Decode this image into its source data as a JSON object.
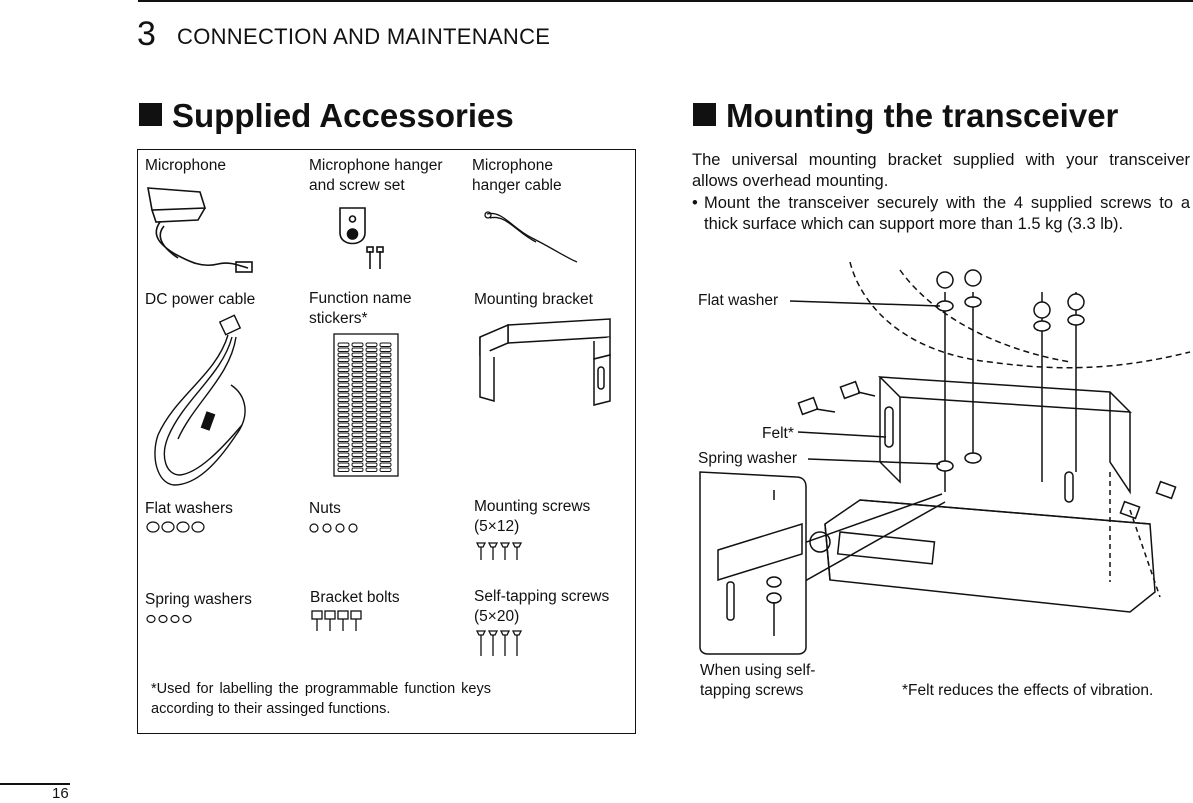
{
  "header": {
    "chapter_number": "3",
    "chapter_title": "CONNECTION AND MAINTENANCE"
  },
  "accessories": {
    "title": "Supplied Accessories",
    "items": {
      "microphone": "Microphone",
      "mic_hanger": "Microphone hanger and screw set",
      "mic_hanger_cable": "Microphone hanger cable",
      "dc_cable": "DC power cable",
      "function_stickers": "Function name stickers*",
      "mounting_bracket": "Mounting bracket",
      "flat_washers": "Flat washers",
      "nuts": "Nuts",
      "mounting_screws": "Mounting screws (5×12)",
      "spring_washers": "Spring washers",
      "bracket_bolts": "Bracket bolts",
      "self_tapping_screws": "Self-tapping screws (5×20)"
    },
    "footnote": "*Used for labelling the programmable function keys according to their assinged functions."
  },
  "mounting": {
    "title": "Mounting the transceiver",
    "intro": "The universal mounting bracket supplied with your transceiver allows overhead mounting.",
    "bullet": "Mount the transceiver securely with the 4 supplied screws to a thick surface which can support more than 1.5 kg (3.3 lb).",
    "callouts": {
      "flat_washer": "Flat washer",
      "felt": "Felt*",
      "spring_washer": "Spring washer",
      "when_using": "When using self-tapping screws",
      "felt_note": "*Felt reduces the effects of vibration."
    }
  },
  "footer": {
    "page_number": "16"
  }
}
